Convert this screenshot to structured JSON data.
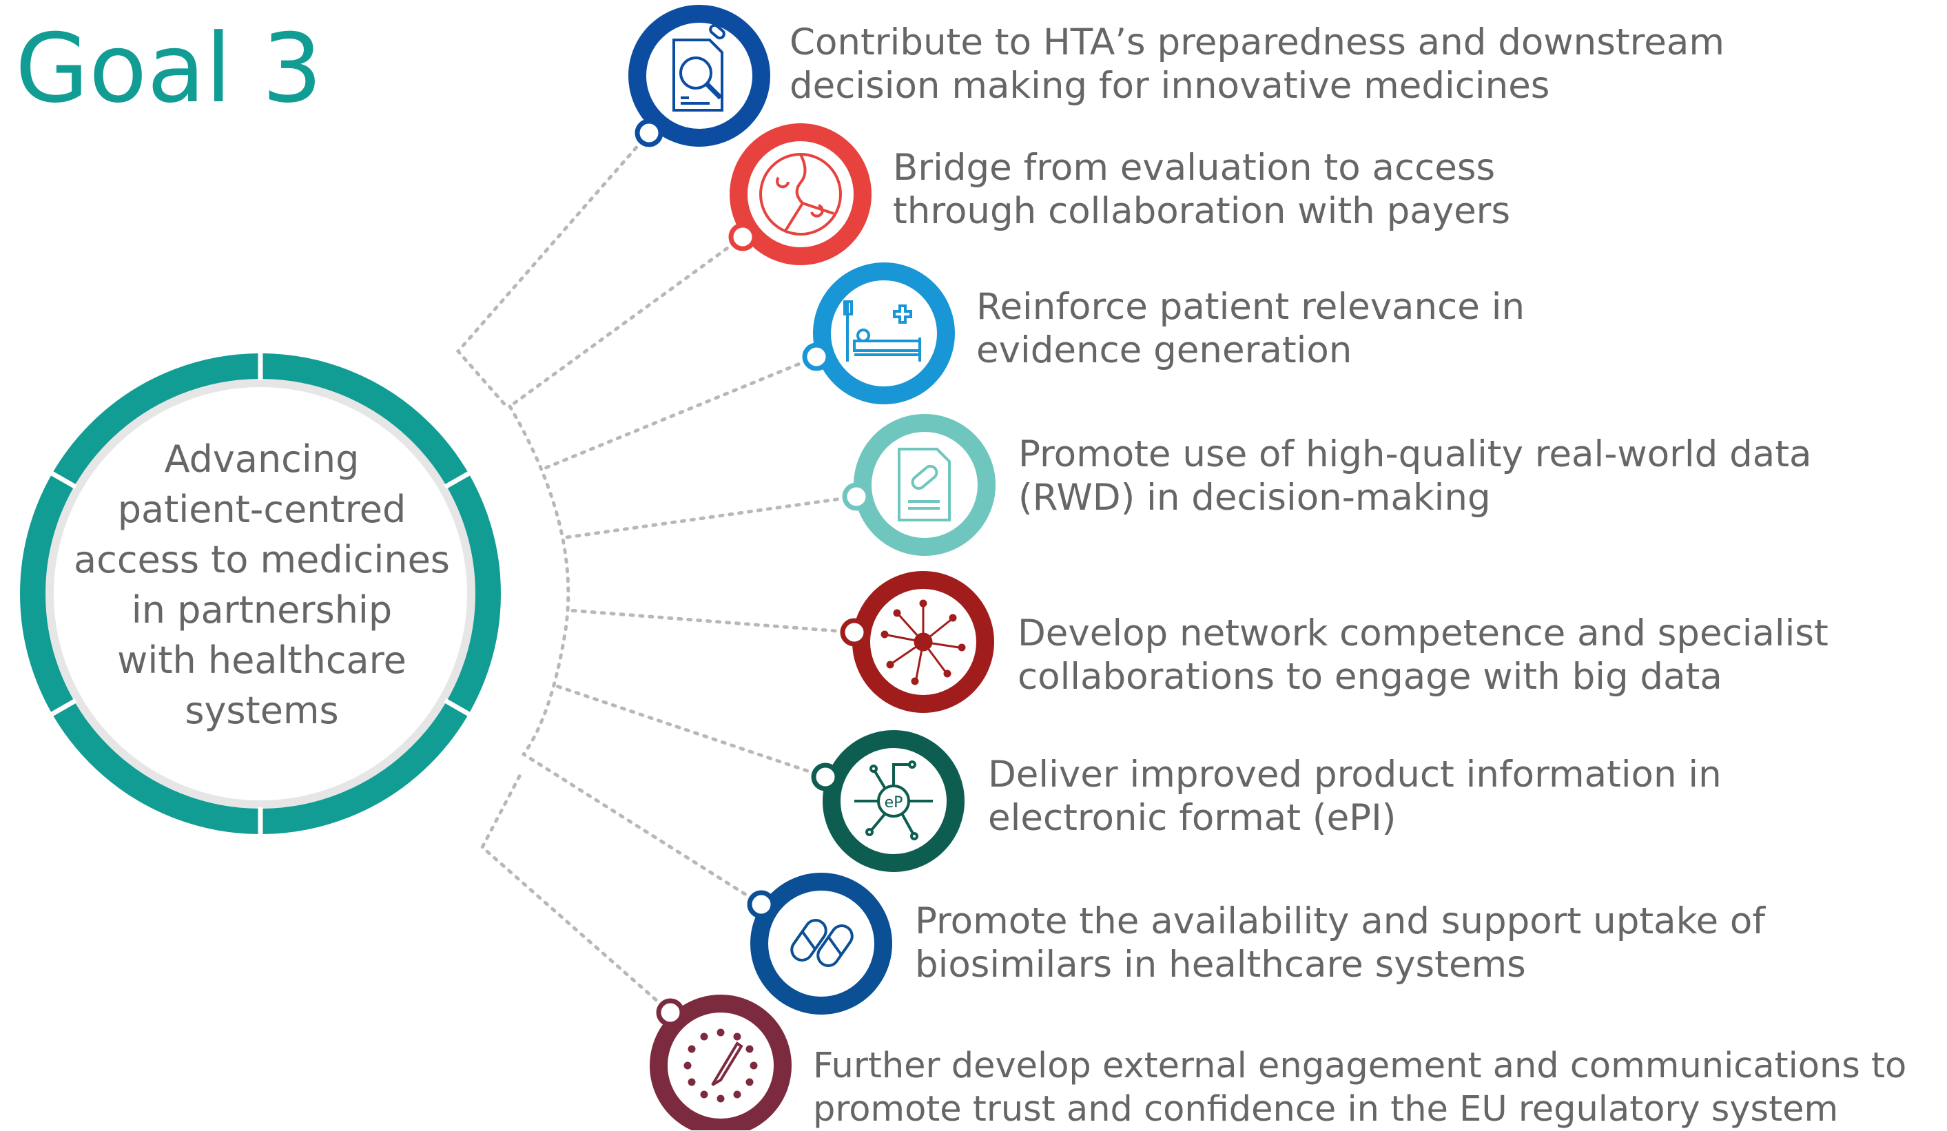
{
  "title": "Goal 3",
  "hub": {
    "lines": [
      "Advancing",
      "patient-centred",
      "access to medicines",
      "in partnership",
      "with healthcare",
      "systems"
    ],
    "color": "#119c94"
  },
  "goals": [
    {
      "lines": [
        "Contribute to HTA’s preparedness and downstream",
        "decision making for innovative medicines"
      ],
      "color": "#0c4da2",
      "icon": "document-magnifier-icon"
    },
    {
      "lines": [
        "Bridge from evaluation to access",
        "through collaboration with payers"
      ],
      "color": "#e8423f",
      "icon": "puzzle-circle-icon"
    },
    {
      "lines": [
        "Reinforce patient relevance in",
        "evidence generation"
      ],
      "color": "#1996d5",
      "icon": "hospital-bed-icon"
    },
    {
      "lines": [
        "Promote use of high-quality real-world data",
        "(RWD) in decision-making"
      ],
      "color": "#6fc6be",
      "icon": "pill-document-icon"
    },
    {
      "lines": [
        "Develop network competence and specialist",
        "collaborations to engage with big data"
      ],
      "color": "#a11d1c",
      "icon": "network-burst-icon"
    },
    {
      "lines": [
        "Deliver improved product information in",
        "electronic format (ePI)"
      ],
      "color": "#0d5e50",
      "icon": "circuit-epi-icon"
    },
    {
      "lines": [
        "Promote the availability and support uptake of",
        "biosimilars in healthcare systems"
      ],
      "color": "#0b4f95",
      "icon": "capsules-icon"
    },
    {
      "lines": [
        "Further develop external engagement and communications to",
        "promote trust and confidence in the EU regulatory system"
      ],
      "color": "#7c2b3e",
      "icon": "eu-stars-pen-icon"
    }
  ]
}
